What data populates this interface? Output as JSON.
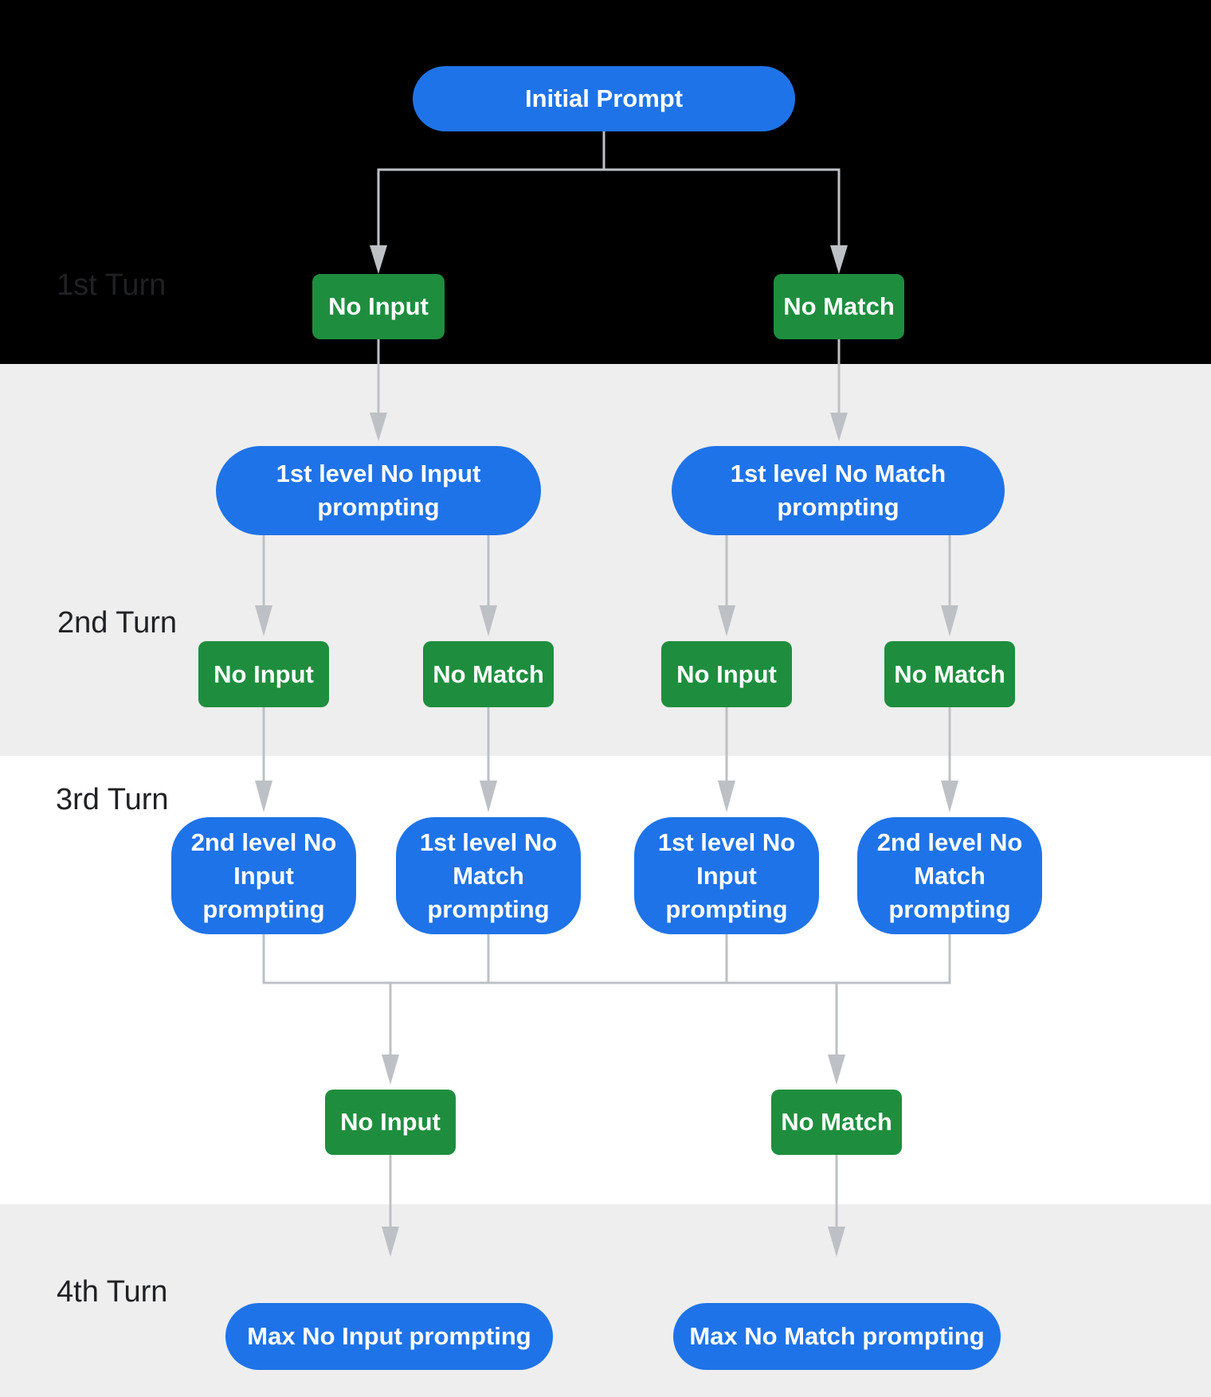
{
  "turns": [
    {
      "label": "1st Turn"
    },
    {
      "label": "2nd Turn"
    },
    {
      "label": "3rd Turn"
    },
    {
      "label": "4th Turn"
    }
  ],
  "flow": {
    "root": "Initial Prompt",
    "turn1_events": [
      "No Input",
      "No Match"
    ],
    "turn2_prompts": [
      "1st level No Input\nprompting",
      "1st level No Match\nprompting"
    ],
    "turn2_events": [
      "No Input",
      "No Match",
      "No Input",
      "No Match"
    ],
    "turn3_prompts": [
      "2nd level No\nInput\nprompting",
      "1st level No\nMatch\nprompting",
      "1st level No\nInput\nprompting",
      "2nd level No\nMatch\nprompting"
    ],
    "turn3_events": [
      "No Input",
      "No Match"
    ],
    "turn4_prompts": [
      "Max No Input prompting",
      "Max No Match prompting"
    ]
  },
  "colors": {
    "prompt_node": "#1f73e8",
    "event_node": "#1e8e3e",
    "connector": "#bdc1c6",
    "band_gray": "#eeeeee",
    "band_black": "#000000",
    "label_text": "#202124"
  }
}
